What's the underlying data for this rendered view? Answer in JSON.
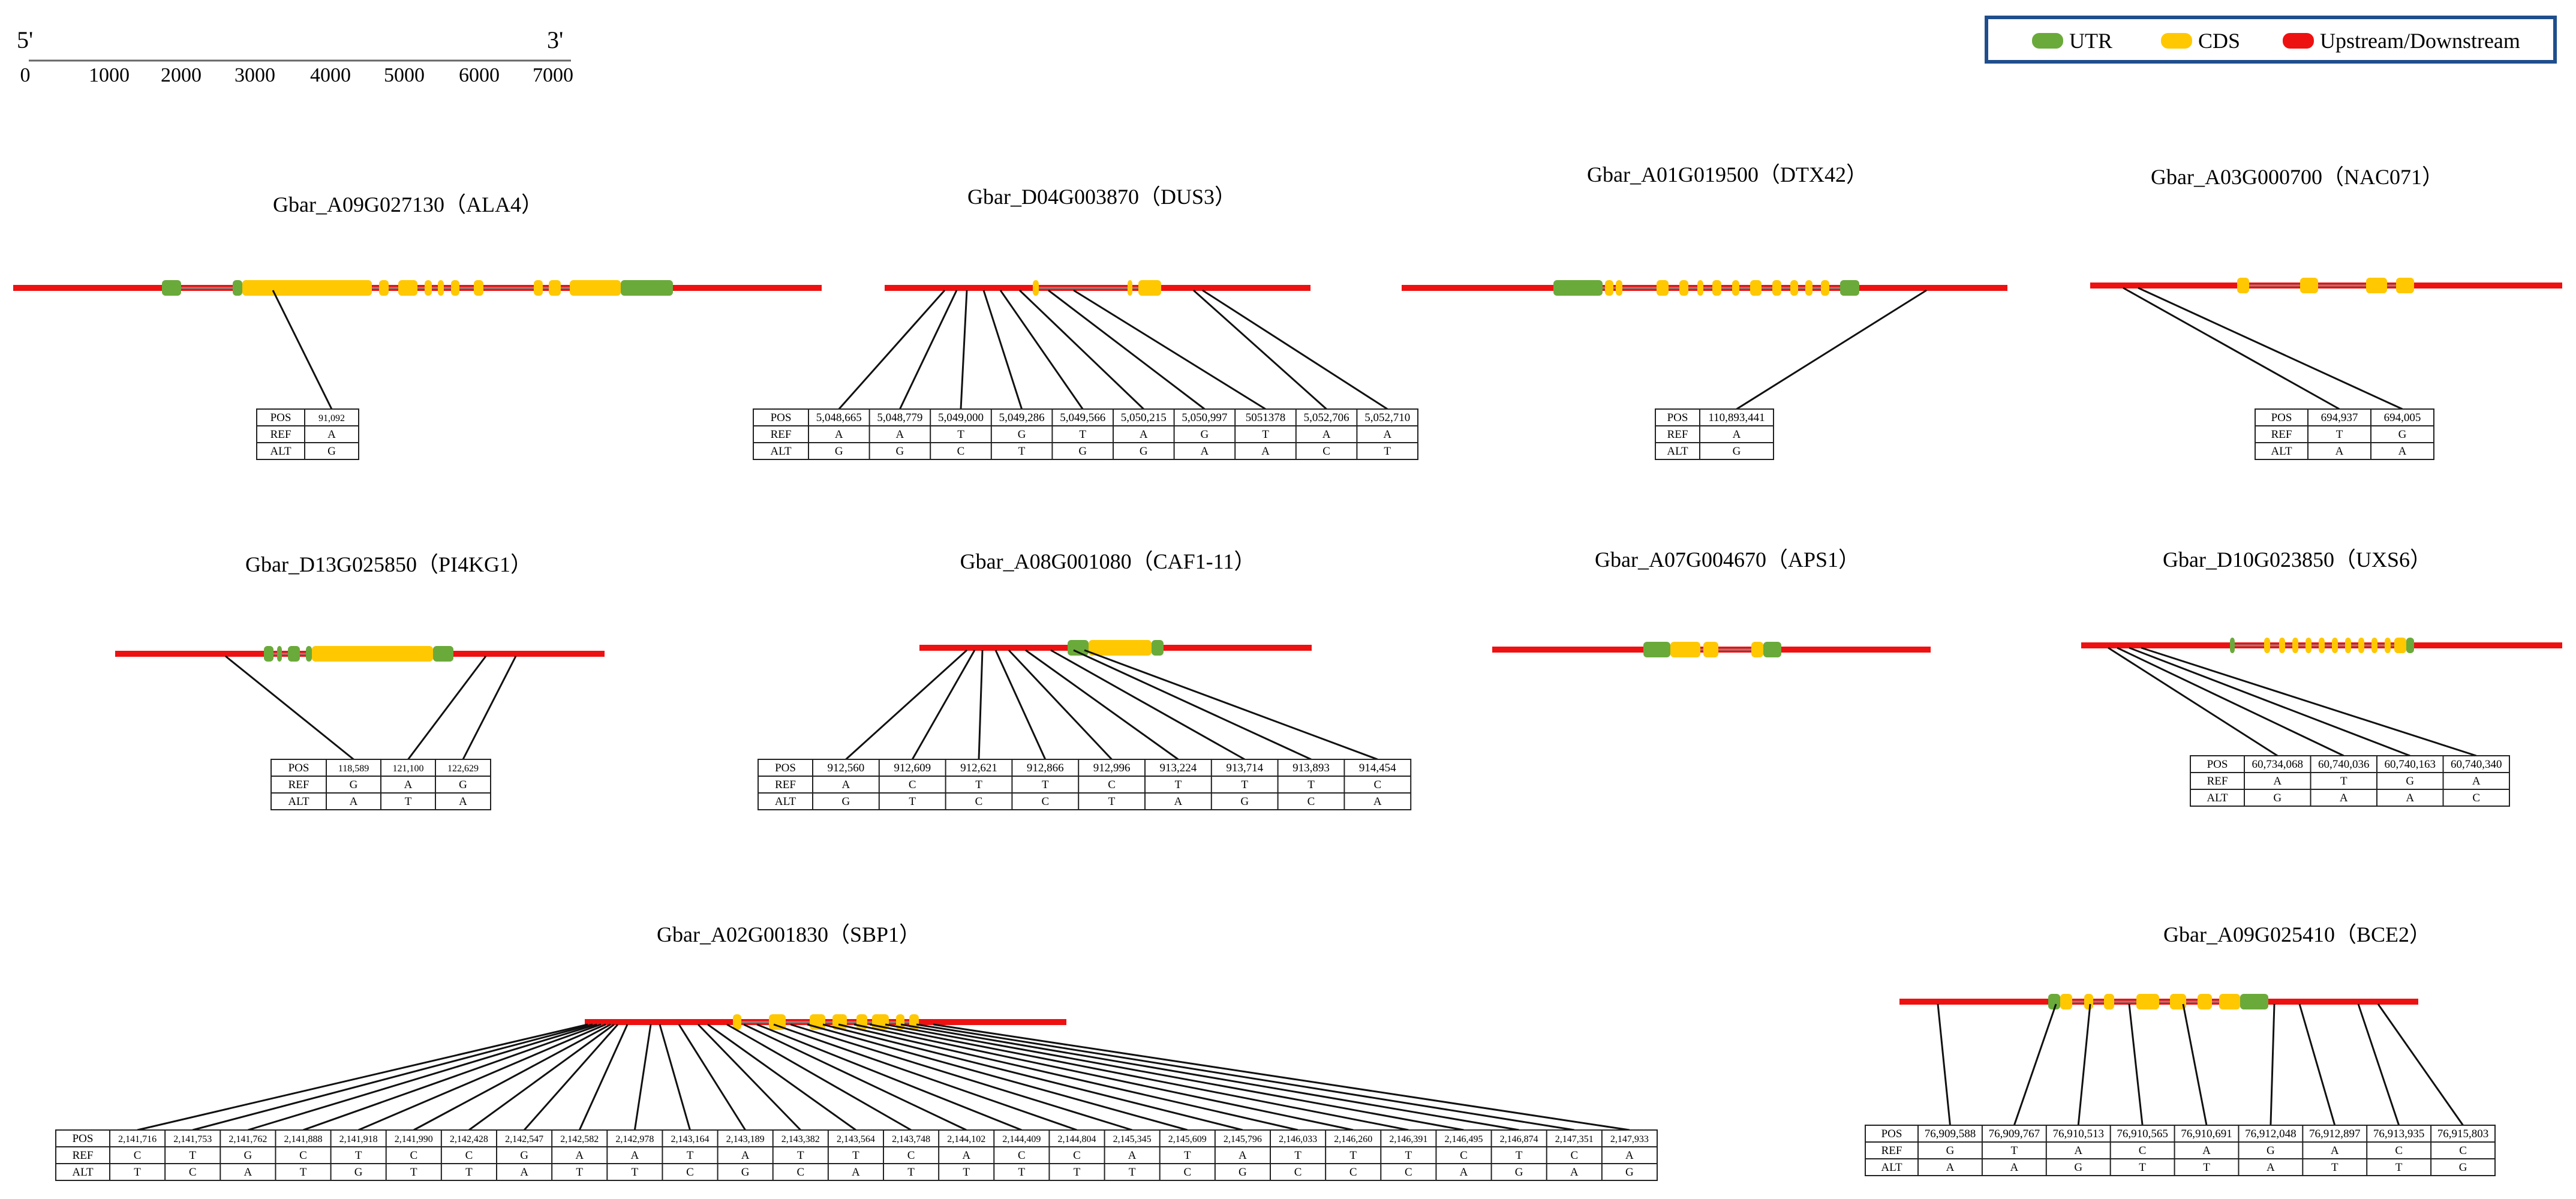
{
  "scale": {
    "five_prime": "5'",
    "three_prime": "3'",
    "ticks": [
      "0",
      "1000",
      "2000",
      "3000",
      "4000",
      "5000",
      "6000",
      "7000"
    ]
  },
  "legend": {
    "items": [
      {
        "label": "UTR",
        "color": "#6aaa3a"
      },
      {
        "label": "CDS",
        "color": "#ffc800"
      },
      {
        "label": "Upstream/Downstream",
        "color": "#ee1111"
      }
    ],
    "border_color": "#1f4e8c"
  },
  "row_labels": [
    "POS",
    "REF",
    "ALT"
  ],
  "genes": [
    {
      "title": "Gbar_A09G027130（ALA4）",
      "pos": [
        "91,092"
      ],
      "ref": [
        "A"
      ],
      "alt": [
        "G"
      ]
    },
    {
      "title": "Gbar_D04G003870（DUS3）",
      "pos": [
        "5,048,665",
        "5,048,779",
        "5,049,000",
        "5,049,286",
        "5,049,566",
        "5,050,215",
        "5,050,997",
        "5051378",
        "5,052,706",
        "5,052,710"
      ],
      "ref": [
        "A",
        "A",
        "T",
        "G",
        "T",
        "A",
        "G",
        "T",
        "A",
        "A"
      ],
      "alt": [
        "G",
        "G",
        "C",
        "T",
        "G",
        "G",
        "A",
        "A",
        "C",
        "T"
      ]
    },
    {
      "title": "Gbar_A01G019500（DTX42）",
      "pos": [
        "110,893,441"
      ],
      "ref": [
        "A"
      ],
      "alt": [
        "G"
      ]
    },
    {
      "title": "Gbar_A03G000700（NAC071）",
      "pos": [
        "694,937",
        "694,005"
      ],
      "ref": [
        "T",
        "G"
      ],
      "alt": [
        "A",
        "A"
      ]
    },
    {
      "title": "Gbar_D13G025850（PI4KG1）",
      "pos": [
        "118,589",
        "121,100",
        "122,629"
      ],
      "ref": [
        "G",
        "A",
        "G"
      ],
      "alt": [
        "A",
        "T",
        "A"
      ]
    },
    {
      "title": "Gbar_A08G001080（CAF1-11）",
      "pos": [
        "912,560",
        "912,609",
        "912,621",
        "912,866",
        "912,996",
        "913,224",
        "913,714",
        "913,893",
        "914,454"
      ],
      "ref": [
        "A",
        "C",
        "T",
        "T",
        "C",
        "T",
        "T",
        "T",
        "C"
      ],
      "alt": [
        "G",
        "T",
        "C",
        "C",
        "T",
        "A",
        "G",
        "C",
        "A"
      ]
    },
    {
      "title": "Gbar_A07G004670（APS1）",
      "pos": [],
      "ref": [],
      "alt": []
    },
    {
      "title": "Gbar_D10G023850（UXS6）",
      "pos": [
        "60,734,068",
        "60,740,036",
        "60,740,163",
        "60,740,340"
      ],
      "ref": [
        "A",
        "T",
        "G",
        "A"
      ],
      "alt": [
        "G",
        "A",
        "A",
        "C"
      ]
    },
    {
      "title": "Gbar_A02G001830（SBP1）",
      "pos": [
        "2,141,716",
        "2,141,753",
        "2,141,762",
        "2,141,888",
        "2,141,918",
        "2,141,990",
        "2,142,428",
        "2,142,547",
        "2,142,582",
        "2,142,978",
        "2,143,164",
        "2,143,189",
        "2,143,382",
        "2,143,564",
        "2,143,748",
        "2,144,102",
        "2,144,409",
        "2,144,804",
        "2,145,345",
        "2,145,609",
        "2,145,796",
        "2,146,033",
        "2,146,260",
        "2,146,391",
        "2,146,495",
        "2,146,874",
        "2,147,351",
        "2,147,933"
      ],
      "ref": [
        "C",
        "T",
        "G",
        "C",
        "T",
        "C",
        "C",
        "G",
        "A",
        "A",
        "T",
        "A",
        "T",
        "T",
        "C",
        "A",
        "C",
        "C",
        "A",
        "T",
        "A",
        "T",
        "T",
        "T",
        "C",
        "T",
        "C",
        "A"
      ],
      "alt": [
        "T",
        "C",
        "A",
        "T",
        "G",
        "T",
        "T",
        "A",
        "T",
        "T",
        "C",
        "G",
        "C",
        "A",
        "T",
        "T",
        "T",
        "T",
        "T",
        "C",
        "G",
        "C",
        "C",
        "C",
        "A",
        "G",
        "A",
        "G"
      ]
    },
    {
      "title": "Gbar_A09G025410（BCE2）",
      "pos": [
        "76,909,588",
        "76,909,767",
        "76,910,513",
        "76,910,565",
        "76,910,691",
        "76,912,048",
        "76,912,897",
        "76,913,935",
        "76,915,803"
      ],
      "ref": [
        "G",
        "T",
        "A",
        "C",
        "A",
        "G",
        "A",
        "C",
        "C"
      ],
      "alt": [
        "A",
        "A",
        "G",
        "T",
        "T",
        "A",
        "T",
        "T",
        "G"
      ]
    }
  ]
}
